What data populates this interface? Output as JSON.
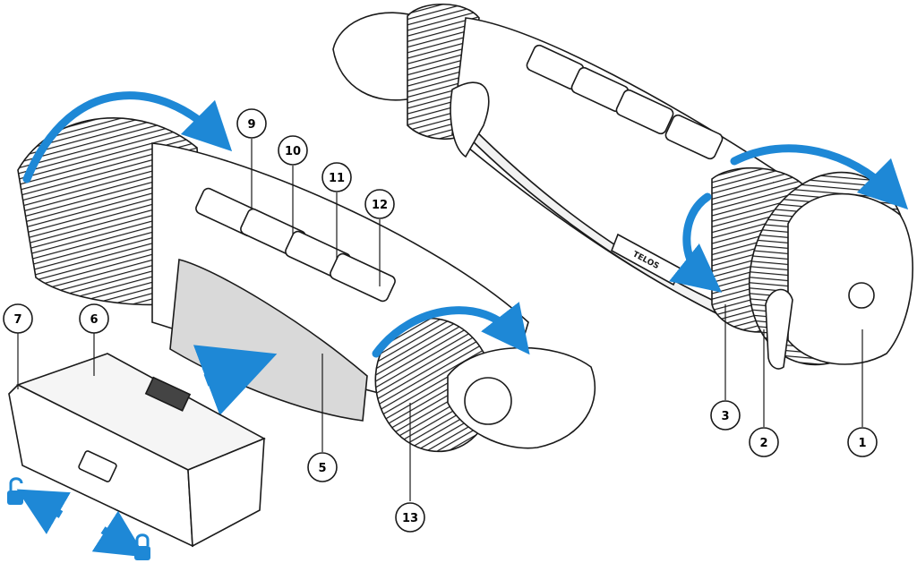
{
  "brand_mark": "TELOS",
  "callouts": [
    {
      "id": "1",
      "label": "1"
    },
    {
      "id": "2",
      "label": "2"
    },
    {
      "id": "3",
      "label": "3"
    },
    {
      "id": "5",
      "label": "5"
    },
    {
      "id": "6",
      "label": "6"
    },
    {
      "id": "7",
      "label": "7"
    },
    {
      "id": "9",
      "label": "9"
    },
    {
      "id": "10",
      "label": "10"
    },
    {
      "id": "11",
      "label": "11"
    },
    {
      "id": "12",
      "label": "12"
    },
    {
      "id": "13",
      "label": "13"
    }
  ],
  "colors": {
    "accent": "#1e88d6",
    "outline": "#1a1a1a",
    "body_fill": "#ffffff",
    "battery_well": "#d9d9d9"
  }
}
